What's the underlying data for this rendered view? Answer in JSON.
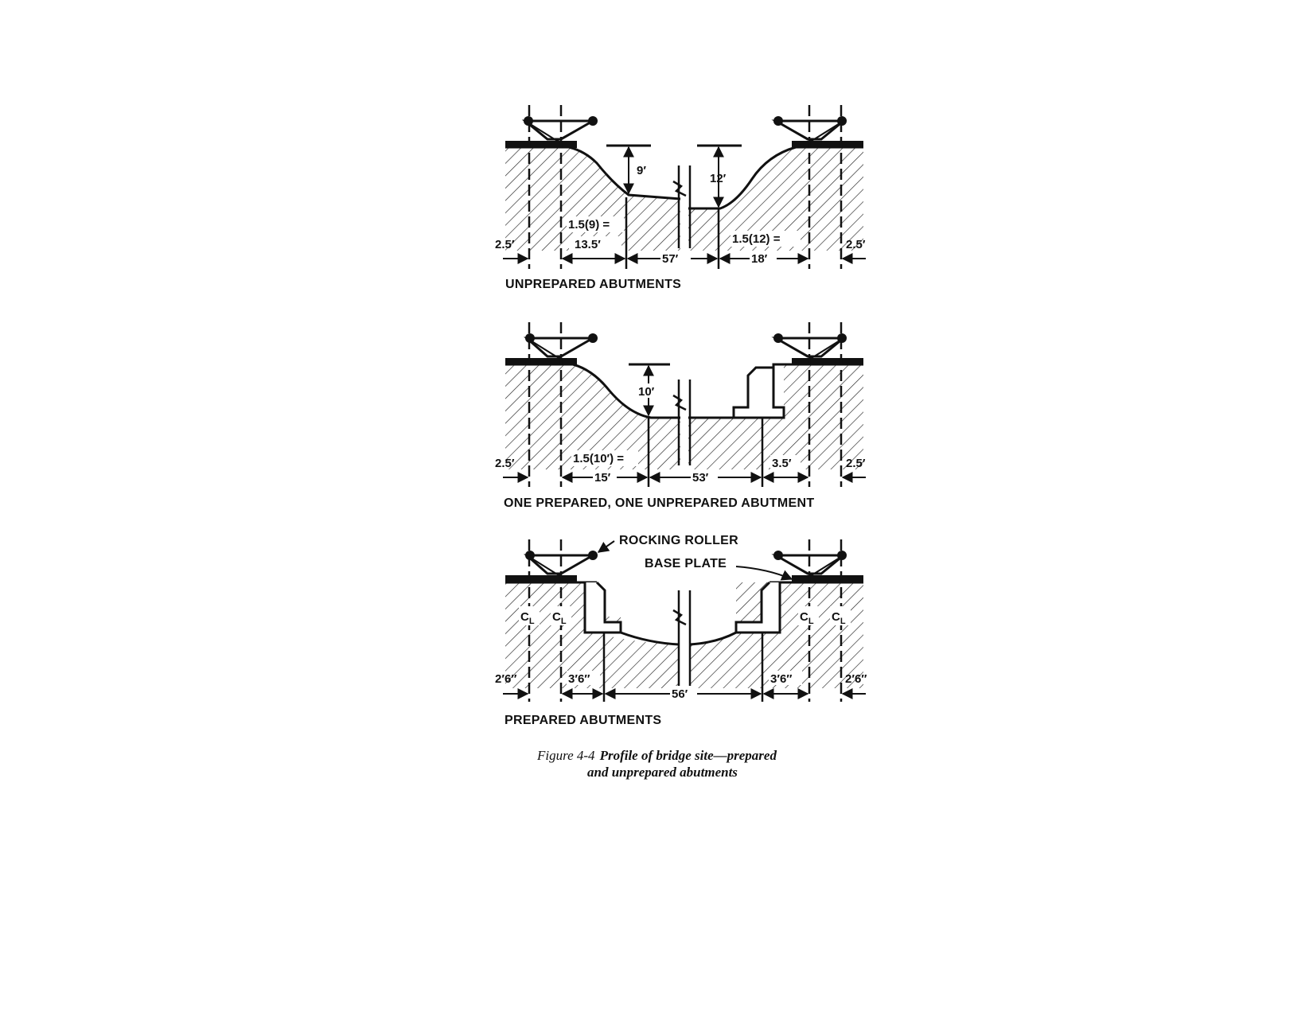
{
  "panel1": {
    "title": "UNPREPARED ABUTMENTS",
    "height_left": "9′",
    "height_right": "12′",
    "slope_left_formula": "1.5(9) =",
    "slope_left_value": "13.5′",
    "slope_right_formula": "1.5(12) =",
    "slope_right_value": "18′",
    "gap": "57′",
    "offset_left": "2.5′",
    "offset_right": "2.5′"
  },
  "panel2": {
    "title": "ONE PREPARED, ONE UNPREPARED ABUTMENT",
    "height_left": "10′",
    "slope_left_formula": "1.5(10′) =",
    "slope_left_value": "15′",
    "gap": "53′",
    "setback_right": "3.5′",
    "offset_left": "2.5′",
    "offset_right": "2.5′"
  },
  "panel3": {
    "title": "PREPARED ABUTMENTS",
    "callout_roller": "ROCKING ROLLER",
    "callout_plate": "BASE PLATE",
    "centerline": "C",
    "centerline_sub": "L",
    "offset_left": "2′6″",
    "setback_left": "3′6″",
    "gap": "56′",
    "setback_right": "3′6″",
    "offset_right": "2′6″"
  },
  "caption": {
    "label": "Figure 4-4",
    "line1": "Profile of bridge site—prepared",
    "line2": "and unprepared abutments"
  }
}
